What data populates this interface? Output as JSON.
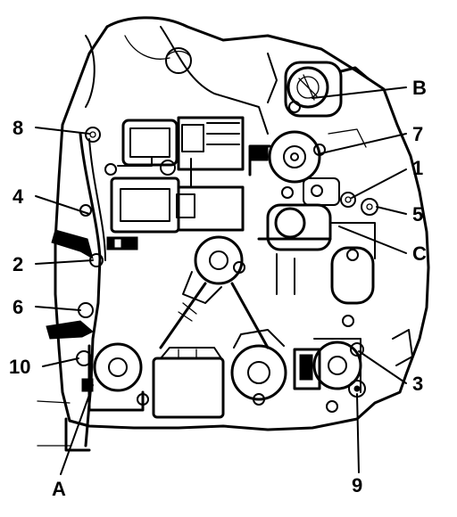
{
  "diagram": {
    "callouts": [
      {
        "id": "8",
        "text": "8"
      },
      {
        "id": "4",
        "text": "4"
      },
      {
        "id": "2",
        "text": "2"
      },
      {
        "id": "6",
        "text": "6"
      },
      {
        "id": "10",
        "text": "10"
      },
      {
        "id": "A",
        "text": "A"
      },
      {
        "id": "B",
        "text": "B"
      },
      {
        "id": "7",
        "text": "7"
      },
      {
        "id": "1",
        "text": "1"
      },
      {
        "id": "5",
        "text": "5"
      },
      {
        "id": "C",
        "text": "C"
      },
      {
        "id": "3",
        "text": "3"
      },
      {
        "id": "9",
        "text": "9"
      }
    ],
    "colors": {
      "ink": "#000000",
      "background": "#ffffff"
    }
  }
}
